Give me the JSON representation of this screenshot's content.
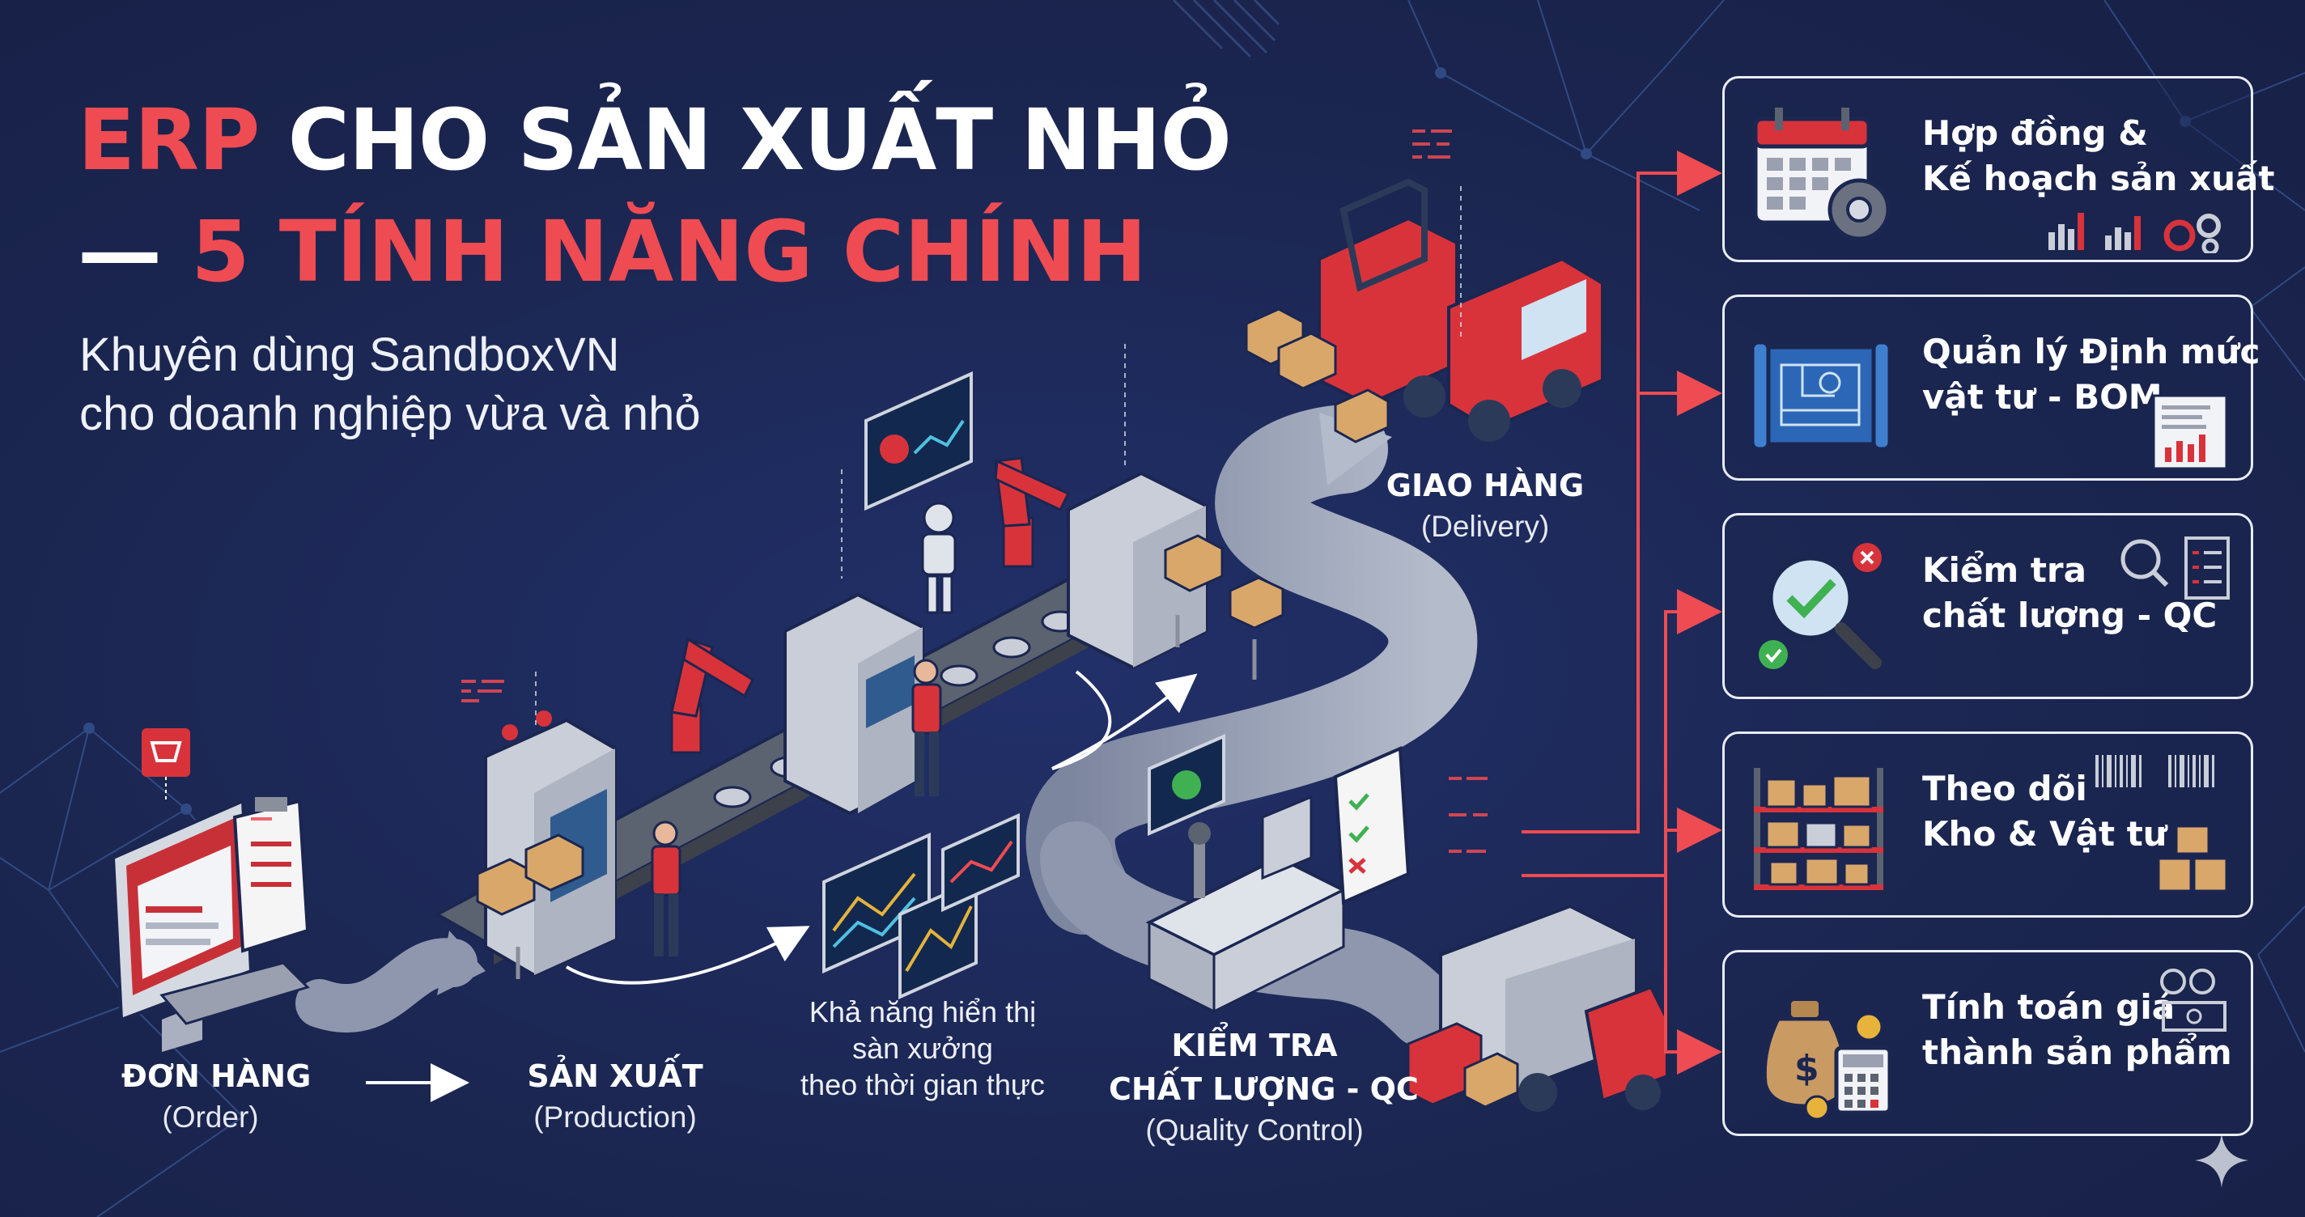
{
  "title": {
    "accent_word": "ERP",
    "line1_rest": " CHO SẢN XUẤT NHỎ",
    "line2_dash": "— ",
    "line2_rest": "5 TÍNH NĂNG CHÍNH"
  },
  "subtitle": {
    "line1": "Khuyên dùng SandboxVN",
    "line2": "cho doanh nghiệp vừa và nhỏ"
  },
  "stages": {
    "order": {
      "title": "ĐƠN HÀNG",
      "sub": "(Order)"
    },
    "production": {
      "title": "SẢN XUẤT",
      "sub": "(Production)"
    },
    "qc": {
      "title_line1": "KIỂM TRA",
      "title_line2": "CHẤT LƯỢNG - QC",
      "sub": "(Quality Control)"
    },
    "delivery": {
      "title": "GIAO HÀNG",
      "sub": "(Delivery)"
    }
  },
  "realtime_note": {
    "line1": "Khả năng hiển thị",
    "line2": "sàn xưởng",
    "line3": "theo thời gian thực"
  },
  "features": [
    {
      "line1": "Hợp đồng &",
      "line2": "Kế hoạch sản xuất",
      "icon": "calendar-gear-icon"
    },
    {
      "line1": "Quản lý Định mức",
      "line2": "vật tư - BOM",
      "icon": "blueprint-icon"
    },
    {
      "line1": "Kiểm tra",
      "line2": "chất lượng - QC",
      "icon": "magnifier-check-icon"
    },
    {
      "line1": "Theo dõi",
      "line2": "Kho & Vật tư",
      "icon": "warehouse-shelf-icon"
    },
    {
      "line1": "Tính toán giá",
      "line2": "thành sản phẩm",
      "icon": "money-bag-calculator-icon"
    }
  ],
  "colors": {
    "background": "#1b2651",
    "accent_red": "#ef4b52",
    "path_grey": "#9aa2b8",
    "card_border": "#e9ecf4",
    "machine_grey": "#c9ced8",
    "box_tan": "#d9a76a"
  }
}
